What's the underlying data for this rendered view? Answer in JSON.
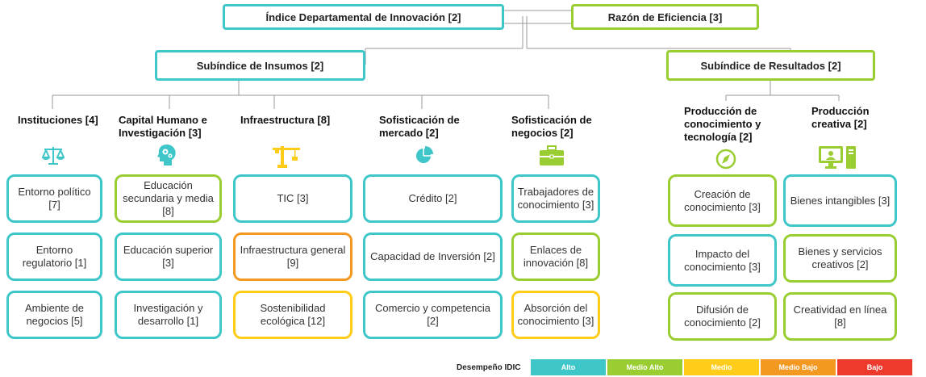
{
  "top": {
    "index_title": "Índice Departamental de Innovación [2]",
    "efficiency_title": "Razón de Eficiencia [3]"
  },
  "subindices": {
    "inputs": "Subíndice de Insumos [2]",
    "outputs": "Subíndice de Resultados [2]"
  },
  "pillars": [
    {
      "title": "Instituciones [4]",
      "icon": "scales-icon",
      "items": [
        {
          "label": "Entorno político [7]",
          "level": "alto"
        },
        {
          "label": "Entorno regulatorio [1]",
          "level": "alto"
        },
        {
          "label": "Ambiente de negocios [5]",
          "level": "alto"
        }
      ]
    },
    {
      "title": "Capital Humano e Investigación [3]",
      "icon": "head-gears-icon",
      "items": [
        {
          "label": "Educación secundaria y media [8]",
          "level": "medioalto"
        },
        {
          "label": "Educación superior [3]",
          "level": "alto"
        },
        {
          "label": "Investigación y desarrollo [1]",
          "level": "alto"
        }
      ]
    },
    {
      "title": "Infraestructura [8]",
      "icon": "crane-icon",
      "items": [
        {
          "label": "TIC [3]",
          "level": "alto"
        },
        {
          "label": "Infraestructura general [9]",
          "level": "mediobajo"
        },
        {
          "label": "Sostenibilidad ecológica [12]",
          "level": "medio"
        }
      ]
    },
    {
      "title": "Sofisticación de mercado [2]",
      "icon": "pie-chart-icon",
      "items": [
        {
          "label": "Crédito [2]",
          "level": "alto"
        },
        {
          "label": "Capacidad de Inversión [2]",
          "level": "alto"
        },
        {
          "label": "Comercio y competencia [2]",
          "level": "alto"
        }
      ]
    },
    {
      "title": "Sofisticación de negocios [2]",
      "icon": "briefcase-icon",
      "items": [
        {
          "label": "Trabajadores de conocimiento [3]",
          "level": "alto"
        },
        {
          "label": "Enlaces de innovación [8]",
          "level": "medioalto"
        },
        {
          "label": "Absorción del conocimiento [3]",
          "level": "medio"
        }
      ]
    },
    {
      "title": "Producción de conocimiento y tecnología [2]",
      "icon": "compass-icon",
      "items": [
        {
          "label": "Creación de conocimiento [3]",
          "level": "medioalto"
        },
        {
          "label": "Impacto del conocimiento [3]",
          "level": "alto"
        },
        {
          "label": "Difusión de conocimiento [2]",
          "level": "medioalto"
        }
      ]
    },
    {
      "title": "Producción creativa [2]",
      "icon": "computer-icon",
      "items": [
        {
          "label": "Bienes intangibles [3]",
          "level": "alto"
        },
        {
          "label": "Bienes y servicios creativos [2]",
          "level": "medioalto"
        },
        {
          "label": "Creatividad en línea [8]",
          "level": "medioalto"
        }
      ]
    }
  ],
  "legend": {
    "title": "Desempeño IDIC",
    "levels": [
      {
        "label": "Alto",
        "color": "#3ec6c9"
      },
      {
        "label": "Medio Alto",
        "color": "#9acd32"
      },
      {
        "label": "Medio",
        "color": "#ffcc1a"
      },
      {
        "label": "Medio Bajo",
        "color": "#f39821"
      },
      {
        "label": "Bajo",
        "color": "#ee3a2d"
      }
    ]
  },
  "colors": {
    "icon_teal": "#3ec6c9",
    "icon_green": "#9acd32"
  }
}
